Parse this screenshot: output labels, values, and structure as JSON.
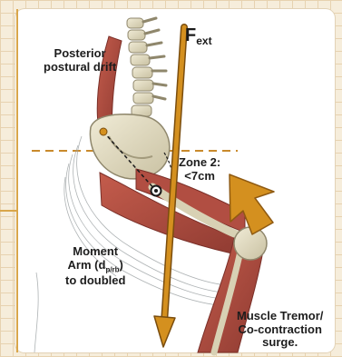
{
  "labels": {
    "posterior_drift_line1": "Posterior",
    "posterior_drift_line2": "postural drift",
    "force_symbol": "F",
    "force_subscript": "ext",
    "zone_line1": "Zone 2:",
    "zone_line2": "<7cm",
    "moment_line1": "Moment",
    "moment_line2": "Arm (d",
    "moment_subscript": "p/rb",
    "moment_line2_tail": ")",
    "moment_line3": "to doubled",
    "tremor_line1": "Muscle Tremor/",
    "tremor_line2": "Co-contraction",
    "tremor_line3": "surge."
  },
  "icons": {
    "force_arrow": "force-arrow-icon",
    "corrective_arrow": "corrective-arrow-icon",
    "knee_joint": "knee-joint-icon"
  },
  "colors": {
    "accent_orange": "#d4901f",
    "muscle_red": "#a5463c",
    "bone": "#e2dcc4",
    "grid": "#e7d2b0",
    "background": "#f6eddb"
  }
}
